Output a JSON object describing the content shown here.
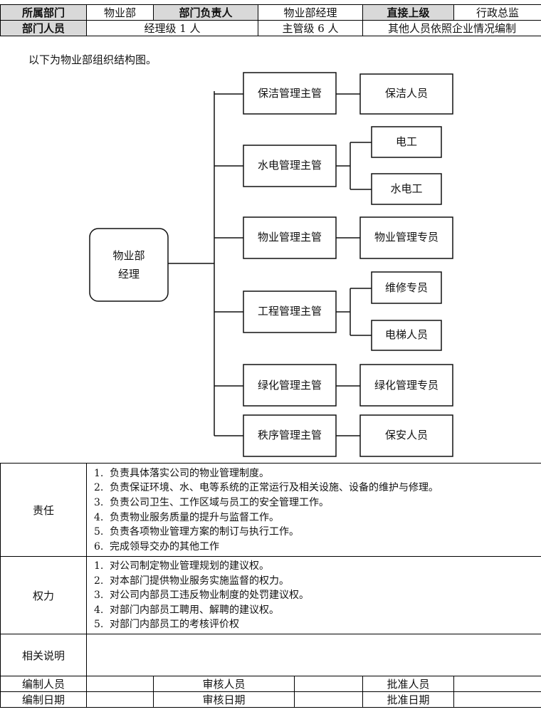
{
  "header": {
    "row1": [
      {
        "text": "所属部门",
        "label": true
      },
      {
        "text": "物业部",
        "label": false
      },
      {
        "text": "部门负责人",
        "label": true
      },
      {
        "text": "物业部经理",
        "label": false
      },
      {
        "text": "直接上级",
        "label": true
      },
      {
        "text": "行政总监",
        "label": false
      }
    ],
    "row2": {
      "label": "部门人员",
      "cells": [
        "经理级 1 人",
        "主管级 6 人",
        "其他人员依照企业情况编制"
      ]
    }
  },
  "intro": "以下为物业部组织结构图。",
  "org_chart": {
    "root": [
      "物业部",
      "经理"
    ],
    "branches": [
      {
        "name": "保洁管理主管",
        "children": [
          "保洁人员"
        ]
      },
      {
        "name": "水电管理主管",
        "children": [
          "电工",
          "水电工"
        ]
      },
      {
        "name": "物业管理主管",
        "children": [
          "物业管理专员"
        ]
      },
      {
        "name": "工程管理主管",
        "children": [
          "维修专员",
          "电梯人员"
        ]
      },
      {
        "name": "绿化管理主管",
        "children": [
          "绿化管理专员"
        ]
      },
      {
        "name": "秩序管理主管",
        "children": [
          "保安人员"
        ]
      }
    ]
  },
  "sections": {
    "duty": {
      "label": "责任",
      "items": [
        {
          "n": "1.",
          "text": "负责具体落实公司的物业管理制度。"
        },
        {
          "n": "2.",
          "text": "负责保证环境、水、电等系统的正常运行及相关设施、设备的维护与修理。"
        },
        {
          "n": "3.",
          "text": "负责公司卫生、工作区域与员工的安全管理工作。"
        },
        {
          "n": "4.",
          "text": "负责物业服务质量的提升与监督工作。"
        },
        {
          "n": "5.",
          "text": "负责各项物业管理方案的制订与执行工作。"
        },
        {
          "n": "6.",
          "text": "完成领导交办的其他工作"
        }
      ]
    },
    "authority": {
      "label": "权力",
      "items": [
        {
          "n": "1.",
          "text": "对公司制定物业管理规划的建议权。"
        },
        {
          "n": "2.",
          "text": "对本部门提供物业服务实施监督的权力。"
        },
        {
          "n": "3.",
          "text": "对公司内部员工违反物业制度的处罚建议权。"
        },
        {
          "n": "4.",
          "text": "对部门内部员工聘用、解聘的建议权。"
        },
        {
          "n": "5.",
          "text": "对部门内部员工的考核评价权"
        }
      ]
    },
    "notes": {
      "label": "相关说明",
      "value": ""
    }
  },
  "footer": {
    "row1": [
      "编制人员",
      "",
      "审核人员",
      "",
      "批准人员",
      ""
    ],
    "row2": [
      "编制日期",
      "",
      "审核日期",
      "",
      "批准日期",
      ""
    ]
  }
}
